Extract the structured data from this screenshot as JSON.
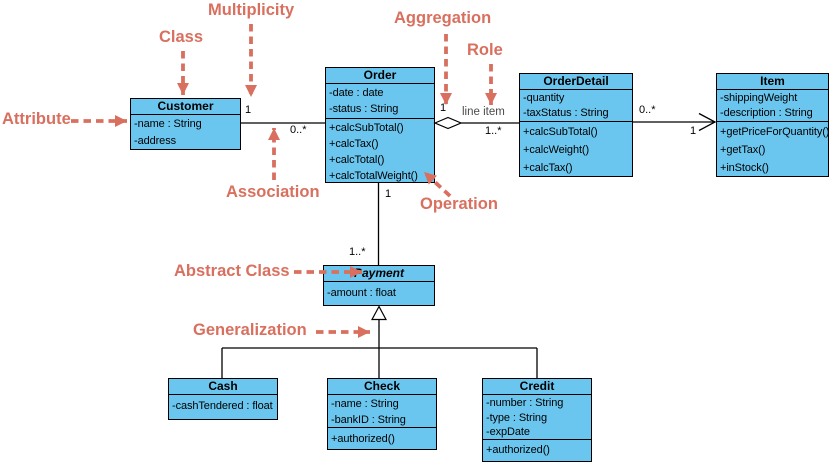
{
  "colors": {
    "node_fill": "#6BC6EF",
    "annotation_red": "#D9705F",
    "line_black": "#000000",
    "role_gray": "#4a4a4a"
  },
  "annotations": {
    "multiplicity": "Multiplicity",
    "class": "Class",
    "aggregation": "Aggregation",
    "role": "Role",
    "attribute": "Attribute",
    "association": "Association",
    "operation": "Operation",
    "abstract_class": "Abstract Class",
    "generalization": "Generalization"
  },
  "classes": {
    "customer": {
      "title": "Customer",
      "attributes": [
        "-name : String",
        "-address"
      ]
    },
    "order": {
      "title": "Order",
      "attributes": [
        "-date : date",
        "-status : String"
      ],
      "operations": [
        "+calcSubTotal()",
        "+calcTax()",
        "+calcTotal()",
        "+calcTotalWeight()"
      ]
    },
    "order_detail": {
      "title": "OrderDetail",
      "attributes": [
        "-quantity",
        "-taxStatus : String"
      ],
      "operations": [
        "+calcSubTotal()",
        "+calcWeight()",
        "+calcTax()"
      ]
    },
    "item": {
      "title": "Item",
      "attributes": [
        "-shippingWeight",
        "-description : String"
      ],
      "operations": [
        "+getPriceForQuantity()",
        "+getTax()",
        "+inStock()"
      ]
    },
    "payment": {
      "title": "Payment",
      "attributes": [
        "-amount : float"
      ]
    },
    "cash": {
      "title": "Cash",
      "attributes": [
        "-cashTendered : float"
      ]
    },
    "check": {
      "title": "Check",
      "attributes": [
        "-name : String",
        "-bankID : String"
      ],
      "operations": [
        "+authorized()"
      ]
    },
    "credit": {
      "title": "Credit",
      "attributes": [
        "-number : String",
        "-type : String",
        "-expDate"
      ],
      "operations": [
        "+authorized()"
      ]
    }
  },
  "labels": {
    "customer_order_one": "1",
    "customer_order_many": "0..*",
    "order_aggregation_one": "1",
    "line_item_role": "line item",
    "order_detail_many": "1..*",
    "detail_item_many": "0..*",
    "detail_item_one": "1",
    "order_payment_one": "1",
    "order_payment_many": "1..*"
  }
}
